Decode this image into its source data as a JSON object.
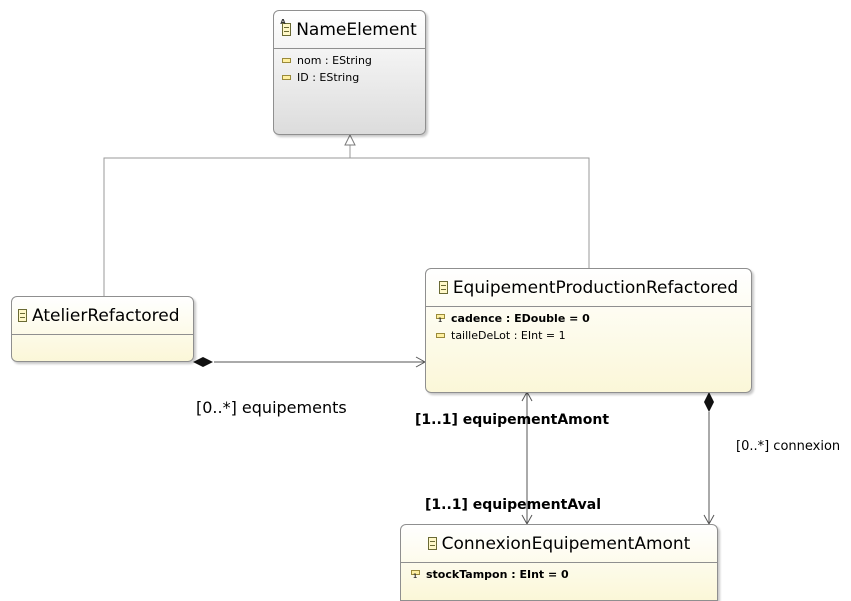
{
  "classes": {
    "name_element": {
      "name": "NameElement",
      "abstract_marker": "A",
      "attributes": [
        {
          "text": "nom : EString"
        },
        {
          "text": "ID : EString"
        }
      ]
    },
    "atelier": {
      "name": "AtelierRefactored",
      "attributes": []
    },
    "equipement": {
      "name": "EquipementProductionRefactored",
      "attributes": [
        {
          "text": "cadence : EDouble = 0",
          "required": true
        },
        {
          "text": "tailleDeLot : EInt = 1",
          "required": false
        }
      ]
    },
    "connexion": {
      "name": "ConnexionEquipementAmont",
      "attributes": [
        {
          "text": "stockTampon : EInt = 0",
          "required": true
        }
      ]
    }
  },
  "references": {
    "equipements": "[0..*] equipements",
    "equipement_amont": "[1..1] equipementAmont",
    "equipement_aval": "[1..1] equipementAval",
    "connexion": "[0..*] connexion"
  },
  "colors": {
    "edge": "#7a7a7a",
    "generalization": "#9a9a9a",
    "abstract_fill": "#e6e6e6",
    "class_fill": "#fbf7d8"
  }
}
